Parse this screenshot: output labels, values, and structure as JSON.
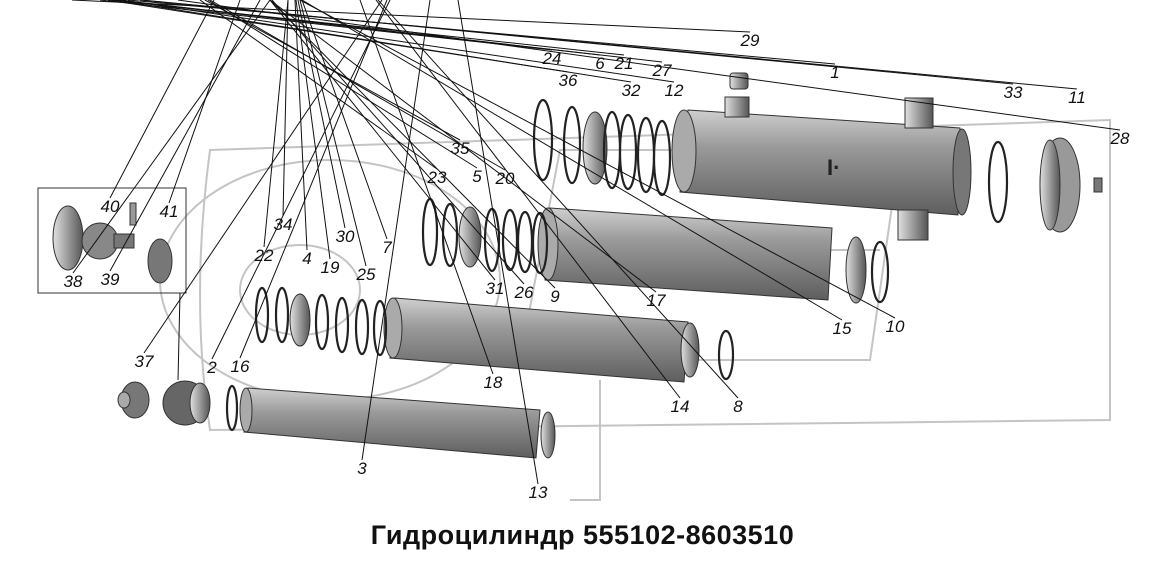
{
  "title": "Гидроцилиндр 555102-8603510",
  "part_labels": [
    "1",
    "2",
    "3",
    "4",
    "5",
    "6",
    "7",
    "8",
    "9",
    "10",
    "11",
    "12",
    "13",
    "14",
    "15",
    "16",
    "17",
    "18",
    "19",
    "20",
    "21",
    "22",
    "23",
    "24",
    "25",
    "26",
    "27",
    "28",
    "29",
    "30",
    "31",
    "32",
    "33",
    "34",
    "35",
    "36",
    "37",
    "38",
    "39",
    "40",
    "41"
  ],
  "colors": {
    "part_fill": "#8a8a8a",
    "watermark": "#c4c4c4",
    "text": "#111111"
  }
}
